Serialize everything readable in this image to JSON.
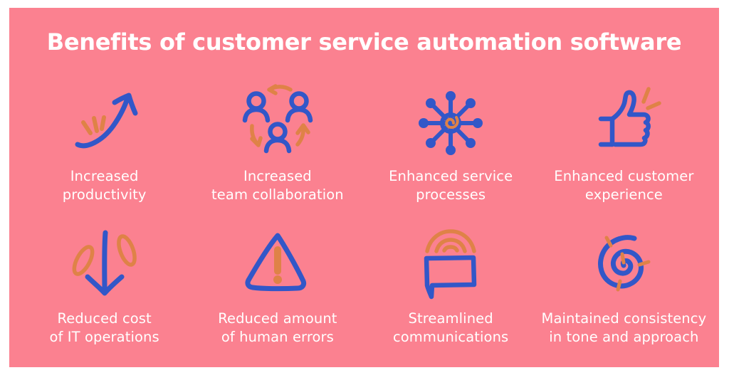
{
  "card": {
    "background_color": "#fb8190",
    "page_background_color": "#ffffff"
  },
  "palette": {
    "pink": "#fb8190",
    "blue": "#3257c8",
    "orange": "#df8247",
    "white": "#ffffff"
  },
  "header": {
    "title": "Benefits of customer service automation software"
  },
  "benefits": [
    {
      "id": "increased-productivity",
      "icon": "upward-curved-arrow-icon",
      "label": "Increased\nproductivity"
    },
    {
      "id": "increased-team-collaboration",
      "icon": "three-people-cycle-icon",
      "label": "Increased\nteam collaboration"
    },
    {
      "id": "enhanced-service-processes",
      "icon": "hub-and-spoke-network-icon",
      "label": "Enhanced service\nprocesses"
    },
    {
      "id": "enhanced-customer-experience",
      "icon": "thumbs-up-icon",
      "label": "Enhanced customer\nexperience"
    },
    {
      "id": "reduced-cost-of-it-operations",
      "icon": "downward-arrow-icon",
      "label": "Reduced cost\nof IT operations"
    },
    {
      "id": "reduced-amount-of-human-errors",
      "icon": "warning-triangle-icon",
      "label": "Reduced amount\nof human errors"
    },
    {
      "id": "streamlined-communications",
      "icon": "speech-bubble-broadcast-icon",
      "label": "Streamlined\ncommunications"
    },
    {
      "id": "maintained-consistency",
      "icon": "spiral-icon",
      "label": "Maintained consistency\nin tone and approach"
    }
  ]
}
